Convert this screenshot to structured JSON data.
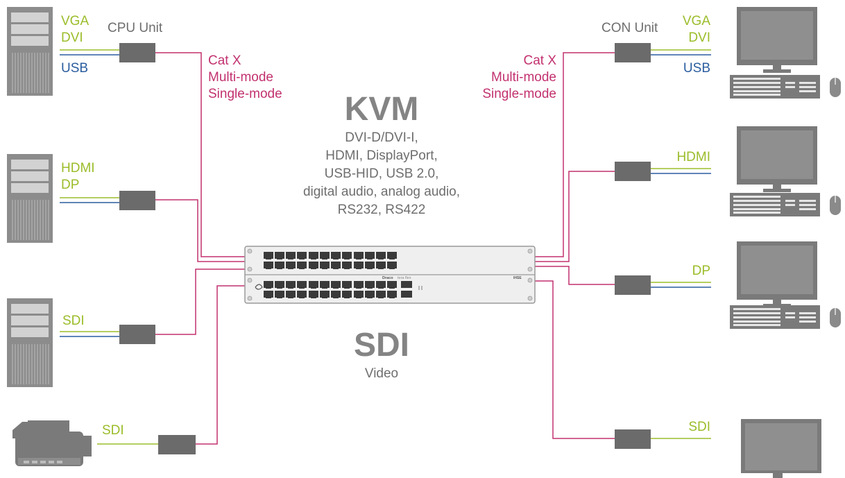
{
  "cpu_side": {
    "unit_label": "CPU Unit",
    "row1": {
      "labels": [
        "VGA",
        "DVI"
      ],
      "usb": "USB"
    },
    "row2": {
      "labels": [
        "HDMI",
        "DP"
      ]
    },
    "row3": {
      "labels": [
        "SDI"
      ]
    },
    "row4": {
      "labels": [
        "SDI"
      ]
    }
  },
  "con_side": {
    "unit_label": "CON Unit",
    "row1": {
      "labels": [
        "VGA",
        "DVI"
      ],
      "usb": "USB"
    },
    "row2": {
      "labels": [
        "HDMI"
      ]
    },
    "row3": {
      "labels": [
        "DP"
      ]
    },
    "row4": {
      "labels": [
        "SDI"
      ]
    }
  },
  "cable_types": [
    "Cat X",
    "Multi-mode",
    "Single-mode"
  ],
  "kvm": {
    "title": "KVM",
    "signals": [
      "DVI-D/DVI-I,",
      "HDMI, DisplayPort,",
      "USB-HID, USB 2.0,",
      "digital audio, analog audio,",
      "RS232, RS422"
    ]
  },
  "sdi": {
    "title": "SDI",
    "subtitle": "Video"
  },
  "switch_device": {
    "brand": "Draco",
    "model": "tera flex",
    "maker": "IHSE"
  },
  "colors": {
    "video_line": "#9bbd2a",
    "usb_line": "#2a5d9f",
    "cat_line": "#c2316f",
    "unit_box": "#6b6b6b",
    "text_gray": "#6e6e6e",
    "title_gray": "#848484"
  }
}
